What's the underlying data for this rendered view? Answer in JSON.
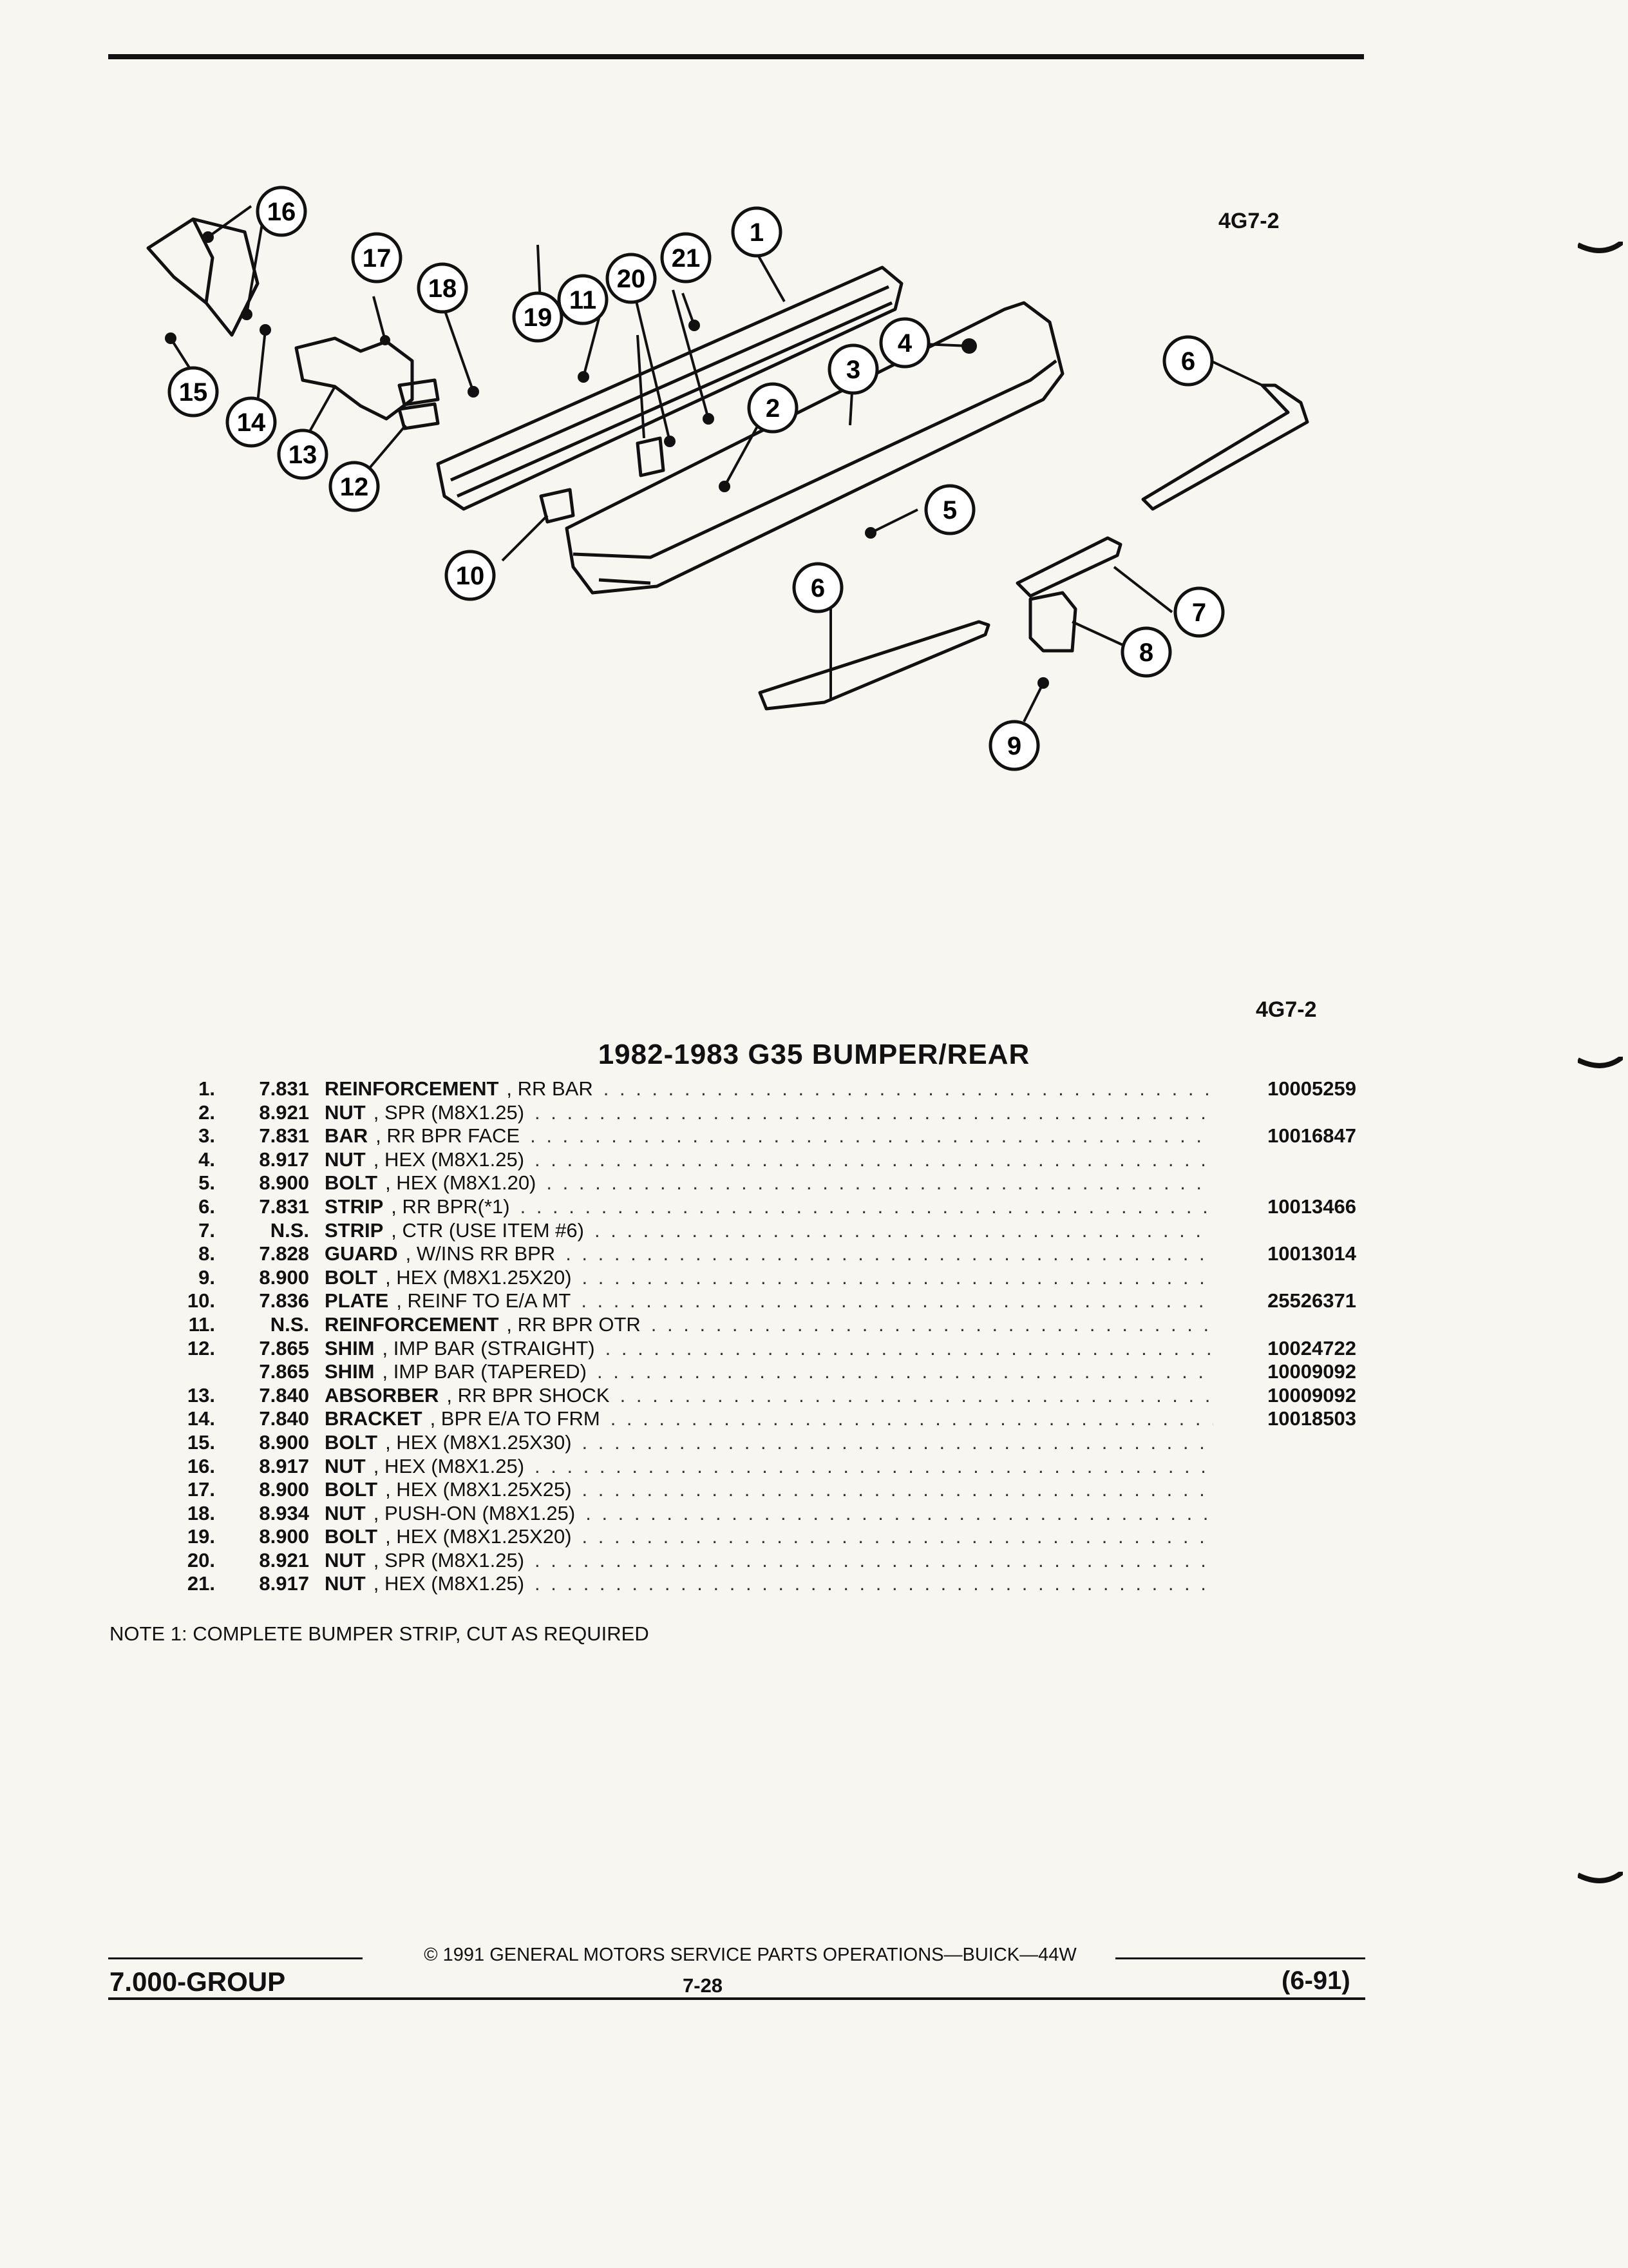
{
  "figure_code": "4G7-2",
  "title": "1982-1983 G35 BUMPER/REAR",
  "callouts": [
    "1",
    "2",
    "3",
    "4",
    "5",
    "6",
    "7",
    "8",
    "9",
    "10",
    "11",
    "12",
    "13",
    "14",
    "15",
    "16",
    "17",
    "18",
    "19",
    "20",
    "21"
  ],
  "parts": [
    {
      "no": "1.",
      "group": "7.831",
      "name": "REINFORCEMENT",
      "qual": ", RR BAR",
      "part": "10005259"
    },
    {
      "no": "2.",
      "group": "8.921",
      "name": "NUT",
      "qual": ", SPR (M8X1.25)",
      "part": ""
    },
    {
      "no": "3.",
      "group": "7.831",
      "name": "BAR",
      "qual": ", RR BPR FACE",
      "part": "10016847"
    },
    {
      "no": "4.",
      "group": "8.917",
      "name": "NUT",
      "qual": ", HEX (M8X1.25)",
      "part": ""
    },
    {
      "no": "5.",
      "group": "8.900",
      "name": "BOLT",
      "qual": ", HEX (M8X1.20)",
      "part": ""
    },
    {
      "no": "6.",
      "group": "7.831",
      "name": "STRIP",
      "qual": ", RR BPR(*1)",
      "part": "10013466"
    },
    {
      "no": "7.",
      "group": "N.S.",
      "name": "STRIP",
      "qual": ", CTR (USE ITEM #6)",
      "part": ""
    },
    {
      "no": "8.",
      "group": "7.828",
      "name": "GUARD",
      "qual": ", W/INS RR BPR",
      "part": "10013014"
    },
    {
      "no": "9.",
      "group": "8.900",
      "name": "BOLT",
      "qual": ", HEX (M8X1.25X20)",
      "part": ""
    },
    {
      "no": "10.",
      "group": "7.836",
      "name": "PLATE",
      "qual": ", REINF TO E/A MT",
      "part": "25526371"
    },
    {
      "no": "11.",
      "group": "N.S.",
      "name": "REINFORCEMENT",
      "qual": ", RR BPR OTR",
      "part": ""
    },
    {
      "no": "12.",
      "group": "7.865",
      "name": "SHIM",
      "qual": ", IMP BAR (STRAIGHT)",
      "part": "10024722"
    },
    {
      "no": "",
      "group": "7.865",
      "name": "SHIM",
      "qual": ", IMP BAR (TAPERED)",
      "part": "10009092"
    },
    {
      "no": "13.",
      "group": "7.840",
      "name": "ABSORBER",
      "qual": ", RR BPR SHOCK",
      "part": "10009092"
    },
    {
      "no": "14.",
      "group": "7.840",
      "name": "BRACKET",
      "qual": ", BPR E/A TO FRM",
      "part": "10018503"
    },
    {
      "no": "15.",
      "group": "8.900",
      "name": "BOLT",
      "qual": ", HEX (M8X1.25X30)",
      "part": ""
    },
    {
      "no": "16.",
      "group": "8.917",
      "name": "NUT",
      "qual": ", HEX (M8X1.25)",
      "part": ""
    },
    {
      "no": "17.",
      "group": "8.900",
      "name": "BOLT",
      "qual": ", HEX (M8X1.25X25)",
      "part": ""
    },
    {
      "no": "18.",
      "group": "8.934",
      "name": "NUT",
      "qual": ", PUSH-ON (M8X1.25)",
      "part": ""
    },
    {
      "no": "19.",
      "group": "8.900",
      "name": "BOLT",
      "qual": ", HEX (M8X1.25X20)",
      "part": ""
    },
    {
      "no": "20.",
      "group": "8.921",
      "name": "NUT",
      "qual": ", SPR (M8X1.25)",
      "part": ""
    },
    {
      "no": "21.",
      "group": "8.917",
      "name": "NUT",
      "qual": ", HEX (M8X1.25)",
      "part": ""
    }
  ],
  "note": "NOTE  1:  COMPLETE BUMPER STRIP, CUT AS REQUIRED",
  "footer": {
    "copyright": "© 1991 GENERAL MOTORS SERVICE PARTS OPERATIONS—BUICK—44W",
    "page": "7-28",
    "group": "7.000-GROUP",
    "date": "(6-91)"
  }
}
